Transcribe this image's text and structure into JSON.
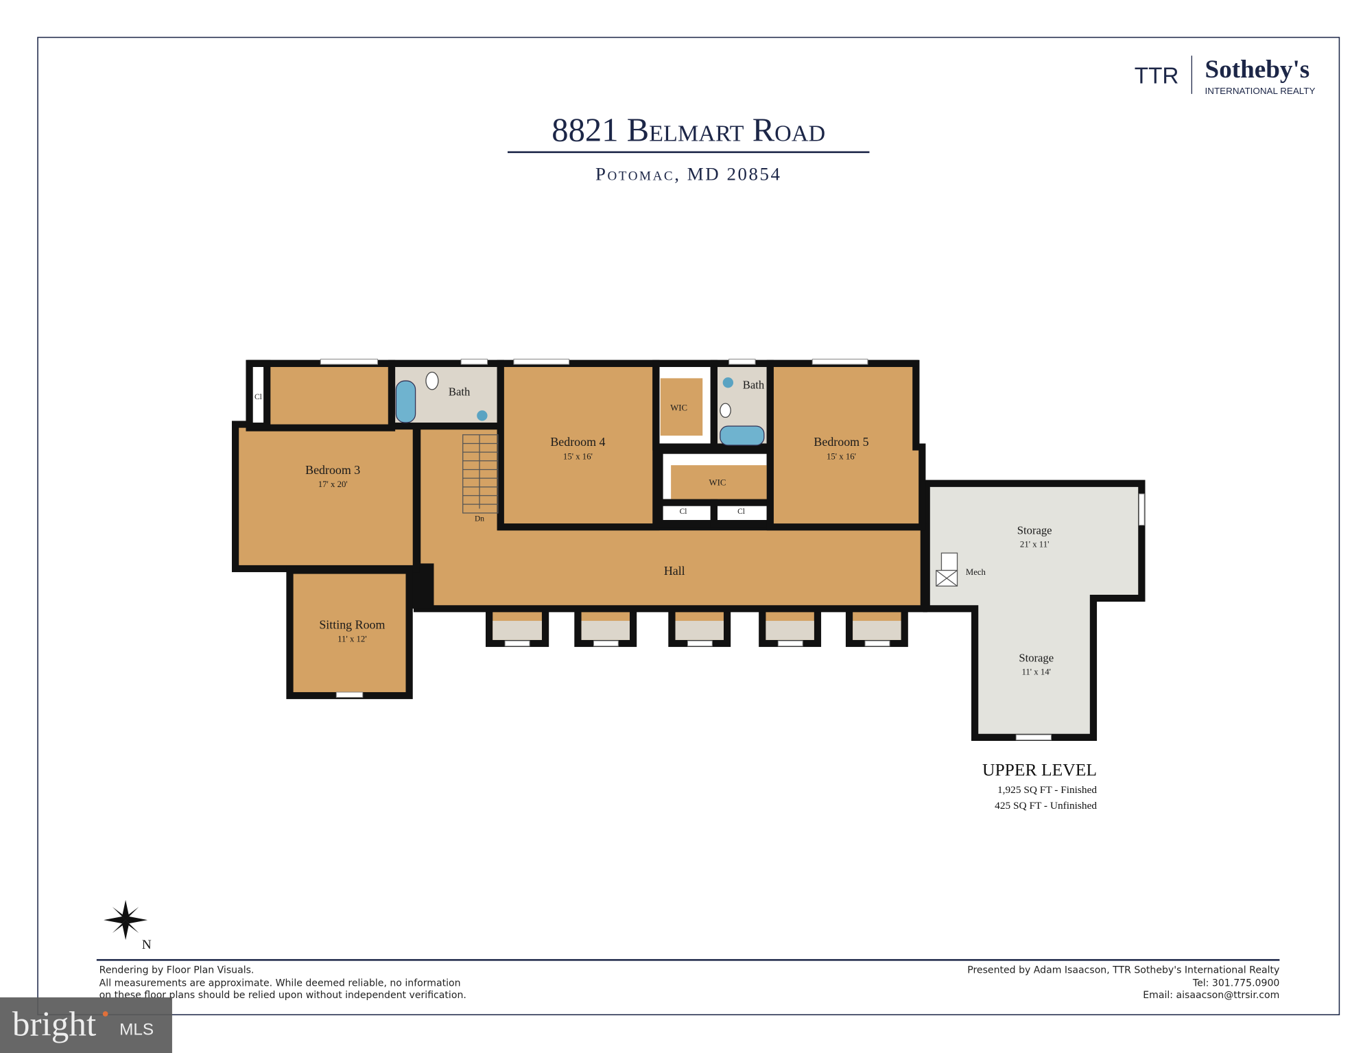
{
  "header": {
    "title": "8821 Belmart Road",
    "subtitle": "Potomac, MD 20854",
    "logo": {
      "ttr": "TTR",
      "brand": "Sotheby's",
      "tagline": "INTERNATIONAL REALTY"
    }
  },
  "colors": {
    "navy": "#1c2647",
    "wood": "#d4a264",
    "storage": "#e3e3dd",
    "tile": "#dcd6cb",
    "wall": "#111111"
  },
  "rooms": {
    "bedroom3": {
      "name": "Bedroom 3",
      "size": "17' x 20'"
    },
    "bedroom4": {
      "name": "Bedroom 4",
      "size": "15' x 16'"
    },
    "bedroom5": {
      "name": "Bedroom 5",
      "size": "15' x 16'"
    },
    "sitting": {
      "name": "Sitting Room",
      "size": "11' x 12'"
    },
    "hall": {
      "name": "Hall"
    },
    "bath1": {
      "name": "Bath"
    },
    "bath2": {
      "name": "Bath"
    },
    "wic1": {
      "name": "WIC"
    },
    "wic2": {
      "name": "WIC"
    },
    "cl1": {
      "name": "Cl"
    },
    "cl2": {
      "name": "Cl"
    },
    "cl3": {
      "name": "Cl"
    },
    "stairs": {
      "name": "Dn"
    },
    "storage1": {
      "name": "Storage",
      "size": "21' x 11'"
    },
    "storage2": {
      "name": "Storage",
      "size": "11' x 14'"
    },
    "mech": {
      "name": "Mech"
    }
  },
  "level": {
    "name": "UPPER LEVEL",
    "finished": "1,925 SQ FT - Finished",
    "unfinished": "425 SQ FT - Unfinished"
  },
  "compass": {
    "north": "N"
  },
  "footer": {
    "left": [
      "Rendering by Floor Plan Visuals.",
      "All measurements are approximate. While deemed reliable, no information",
      "on these floor plans should be relied upon without independent verification."
    ],
    "right": [
      "Presented by Adam Isaacson, TTR Sotheby's International Realty",
      "Tel: 301.775.0900",
      "Email: aisaacson@ttrsir.com"
    ]
  },
  "watermark": {
    "brand": "bright",
    "suffix": "MLS"
  }
}
